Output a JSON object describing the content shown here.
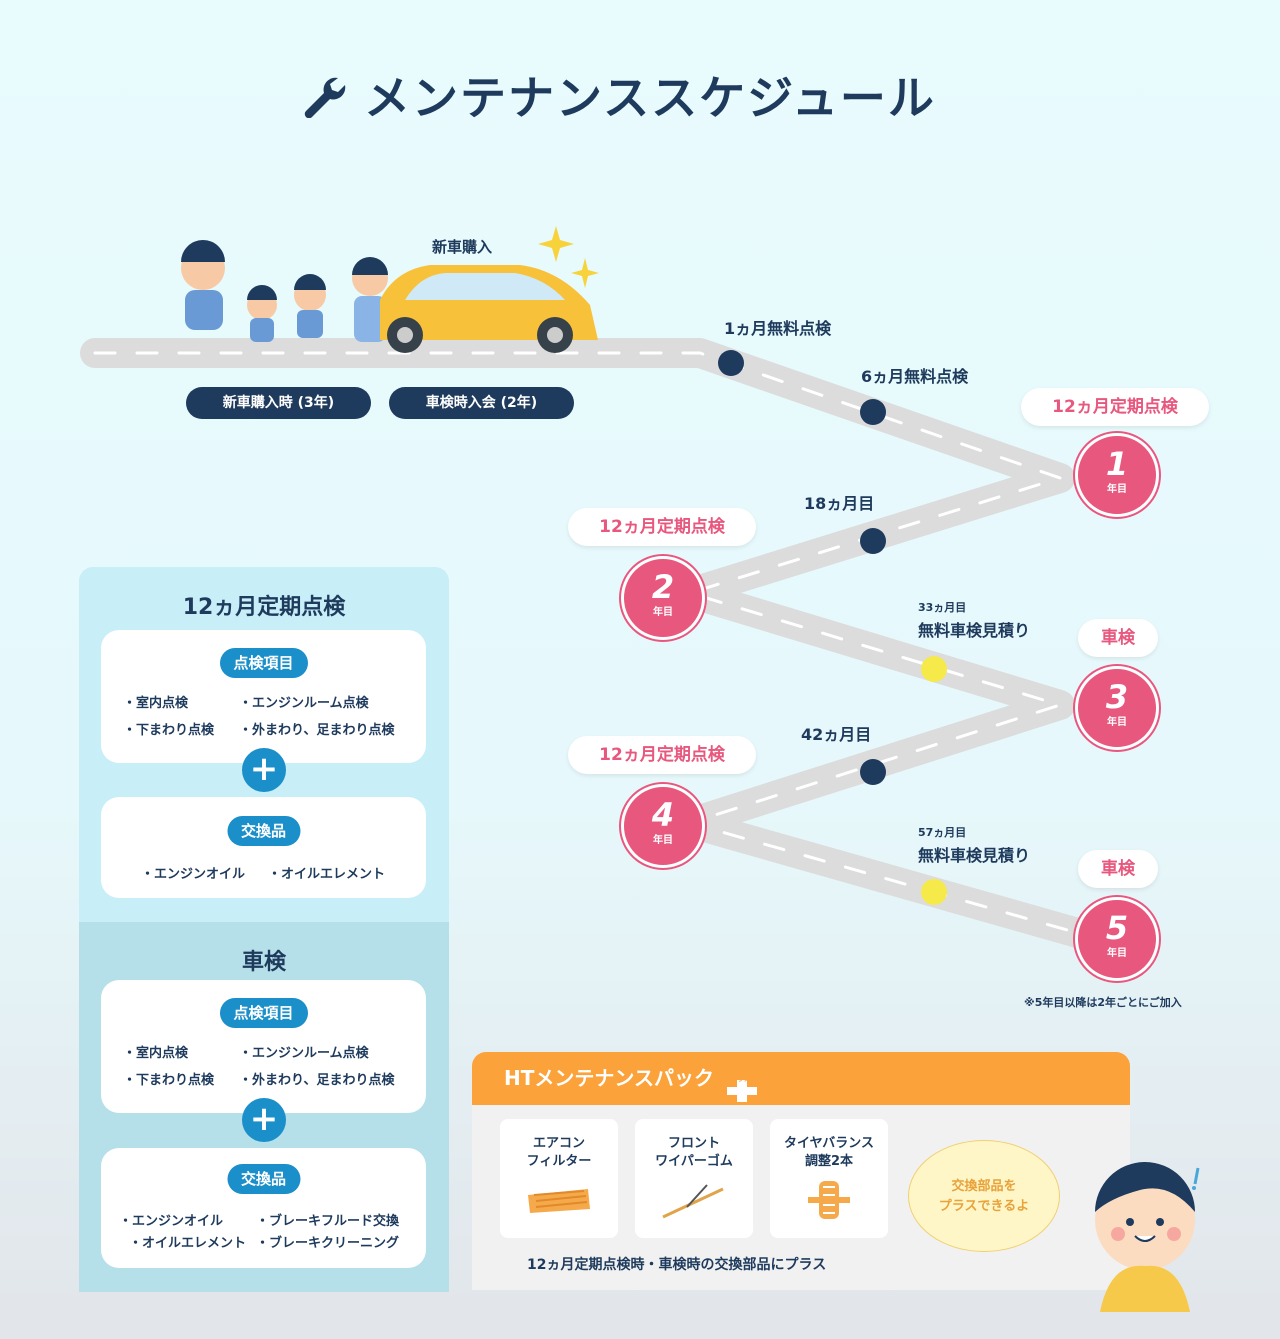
{
  "title": "メンテナンススケジュール",
  "new_car_label": "新車購入",
  "enroll_pills": [
    "新車購入時 (3年)",
    "車検時入会 (2年)"
  ],
  "timeline": {
    "m1": "1ヵ月無料点検",
    "m6": "6ヵ月無料点検",
    "m18": "18ヵ月目",
    "m42": "42ヵ月目",
    "m33_small": "33ヵ月目",
    "m33_big": "無料車検見積り",
    "m57_small": "57ヵ月目",
    "m57_big": "無料車検見積り",
    "teiki": "12ヵ月定期点検",
    "shaken": "車検",
    "year_unit": "年目",
    "years": [
      "1",
      "2",
      "3",
      "4",
      "5"
    ],
    "note": "※5年目以降は2年ごとにご加入"
  },
  "panel_12": {
    "title": "12ヵ月定期点検",
    "check_badge": "点検項目",
    "check_items": [
      "・室内点検",
      "・エンジンルーム点検",
      "・下まわり点検",
      "・外まわり、足まわり点検"
    ],
    "parts_badge": "交換品",
    "parts_items": [
      "・エンジンオイル",
      "・オイルエレメント"
    ]
  },
  "panel_shaken": {
    "title": "車検",
    "check_badge": "点検項目",
    "check_items": [
      "・室内点検",
      "・エンジンルーム点検",
      "・下まわり点検",
      "・外まわり、足まわり点検"
    ],
    "parts_badge": "交換品",
    "parts_items": [
      "・エンジンオイル",
      "・ブレーキフルード交換",
      "・オイルエレメント",
      "・ブレーキクリーニング"
    ]
  },
  "pack": {
    "title": "HTメンテナンスパック",
    "plus_tag": "プラス",
    "cards": [
      [
        "エアコン",
        "フィルター"
      ],
      [
        "フロント",
        "ワイパーゴム"
      ],
      [
        "タイヤバランス",
        "調整2本"
      ]
    ],
    "footer": "12ヵ月定期点検時・車検時の交換部品にプラス",
    "bubble": [
      "交換部品を",
      "プラスできるよ"
    ]
  },
  "colors": {
    "navy": "#1e3a5c",
    "pink": "#e8577e",
    "blue": "#1a8fc9",
    "orange": "#fba23a",
    "yellow": "#f6e94a"
  }
}
